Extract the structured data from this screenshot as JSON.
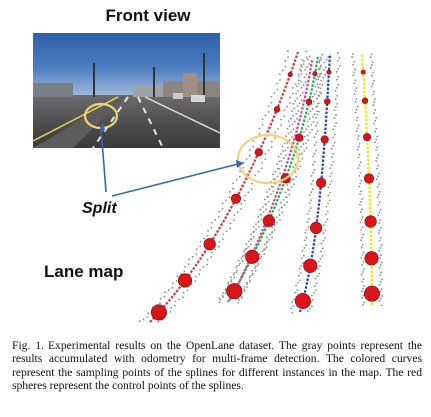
{
  "figure": {
    "front_view_title": "Front view",
    "split_label": "Split",
    "lane_map_label": "Lane map"
  },
  "caption": {
    "label": "Fig. 1.",
    "text": "Experimental results on the OpenLane dataset. The gray points represent the results accumulated with odometry for multi-frame detection. The colored curves represent the sampling points of the splines for different instances in the map. The red spheres represent the control points of the splines."
  },
  "colors": {
    "annotation_circle": "#f2d27a",
    "arrow": "#3a64b8",
    "control_point": "#d9141a",
    "lane_red": "#e0333a",
    "lane_green": "#22b04a",
    "lane_pink": "#d04a8a",
    "lane_blue": "#2440c8",
    "lane_yellow": "#f2e014",
    "gray_points": "#8a8a8a"
  },
  "lanes": [
    {
      "color_key": "lane_red"
    },
    {
      "color_key": "lane_green"
    },
    {
      "color_key": "lane_pink"
    },
    {
      "color_key": "lane_blue"
    },
    {
      "color_key": "lane_yellow"
    }
  ]
}
